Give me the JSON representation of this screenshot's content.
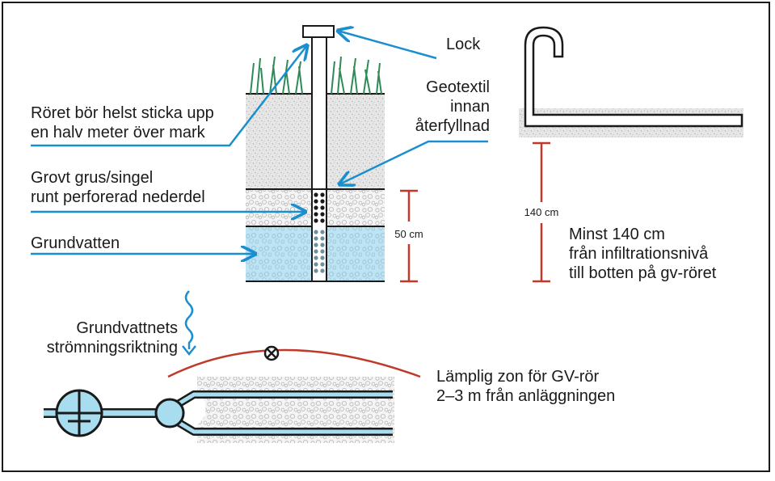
{
  "labels": {
    "lock": "Lock",
    "geotextil": [
      "Geotextil",
      "innan",
      "återfyllnad"
    ],
    "roret": [
      "Röret bör helst sticka upp",
      "en halv meter över mark"
    ],
    "grus": [
      "Grovt grus/singel",
      "runt perforerad nederdel"
    ],
    "grundvatten": "Grundvatten",
    "dim_50": "50 cm",
    "dim_140": "140 cm",
    "minst": [
      "Minst 140 cm",
      "från infiltrationsnivå",
      "till botten på gv-röret"
    ],
    "flow": [
      "Grundvattnets",
      "strömningsriktning"
    ],
    "zone": [
      "Lämplig zon för GV-rör",
      "2–3 m från anläggningen"
    ]
  },
  "icons": [
    "lock-cap-icon",
    "wavy-flow-arrow-icon",
    "well-marker-icon",
    "septic-tank-icon",
    "distribution-well-icon"
  ],
  "colors": {
    "arrow": "#1a8fd0",
    "dimension": "#c0392b",
    "zone_arc": "#c0392b",
    "water": "#bfe3f2",
    "grass": "#2e8b57",
    "pipe_water": "#a8dcef",
    "outline": "#1a1a1a"
  }
}
